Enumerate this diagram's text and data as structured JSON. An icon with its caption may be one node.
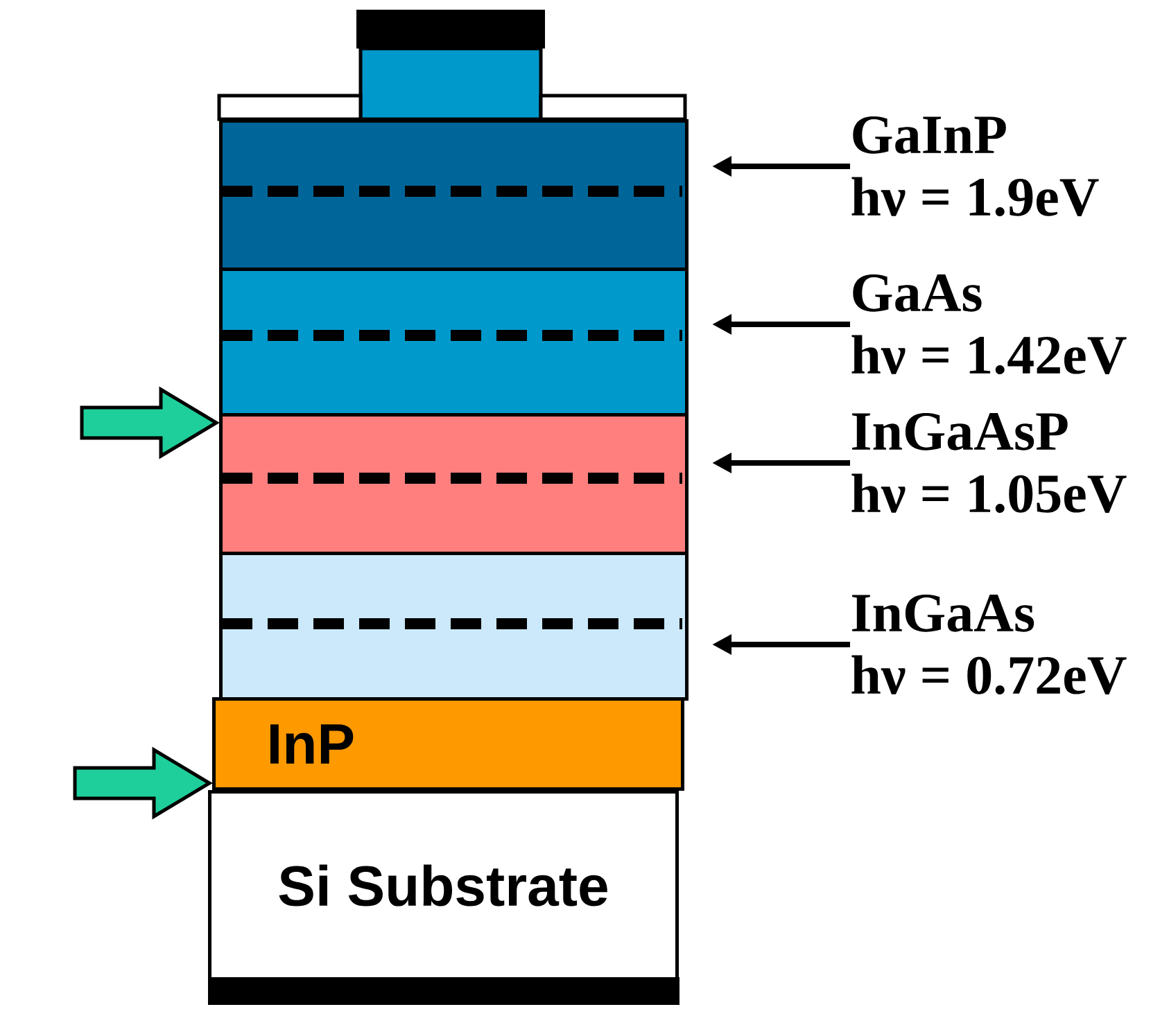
{
  "diagram": {
    "nodes": [
      {
        "text": [],
        "shape": "box"
      },
      {
        "text": [],
        "shape": "box"
      },
      {
        "text": [],
        "shape": "box"
      },
      {
        "text": [],
        "shape": "box"
      },
      {
        "text": [
          "InP"
        ]
      },
      {
        "text": [
          "Si Substrate"
        ]
      },
      {
        "text": [
          "GaInP",
          "hν = 1.9eV"
        ]
      },
      {
        "text": [
          "GaAs",
          "hν = 1.42eV"
        ]
      },
      {
        "text": [
          "InGaAsP",
          "hν = 1.05eV"
        ]
      },
      {
        "text": [
          "InGaAs",
          "hν = 0.72eV"
        ]
      }
    ],
    "edges": [
      {
        "from": 6,
        "to": 0,
        "arrow": "to"
      },
      {
        "from": 7,
        "to": 1,
        "arrow": "to"
      },
      {
        "from": 8,
        "to": 2,
        "arrow": "to"
      },
      {
        "from": 9,
        "to": 3,
        "arrow": "to"
      },
      {
        "from": null,
        "to": 2,
        "arrow": "to",
        "style": "thick",
        "color": "#1fcf9b"
      },
      {
        "from": null,
        "to": 4,
        "arrow": "to",
        "style": "thick",
        "color": "#1fcf9b"
      }
    ]
  }
}
